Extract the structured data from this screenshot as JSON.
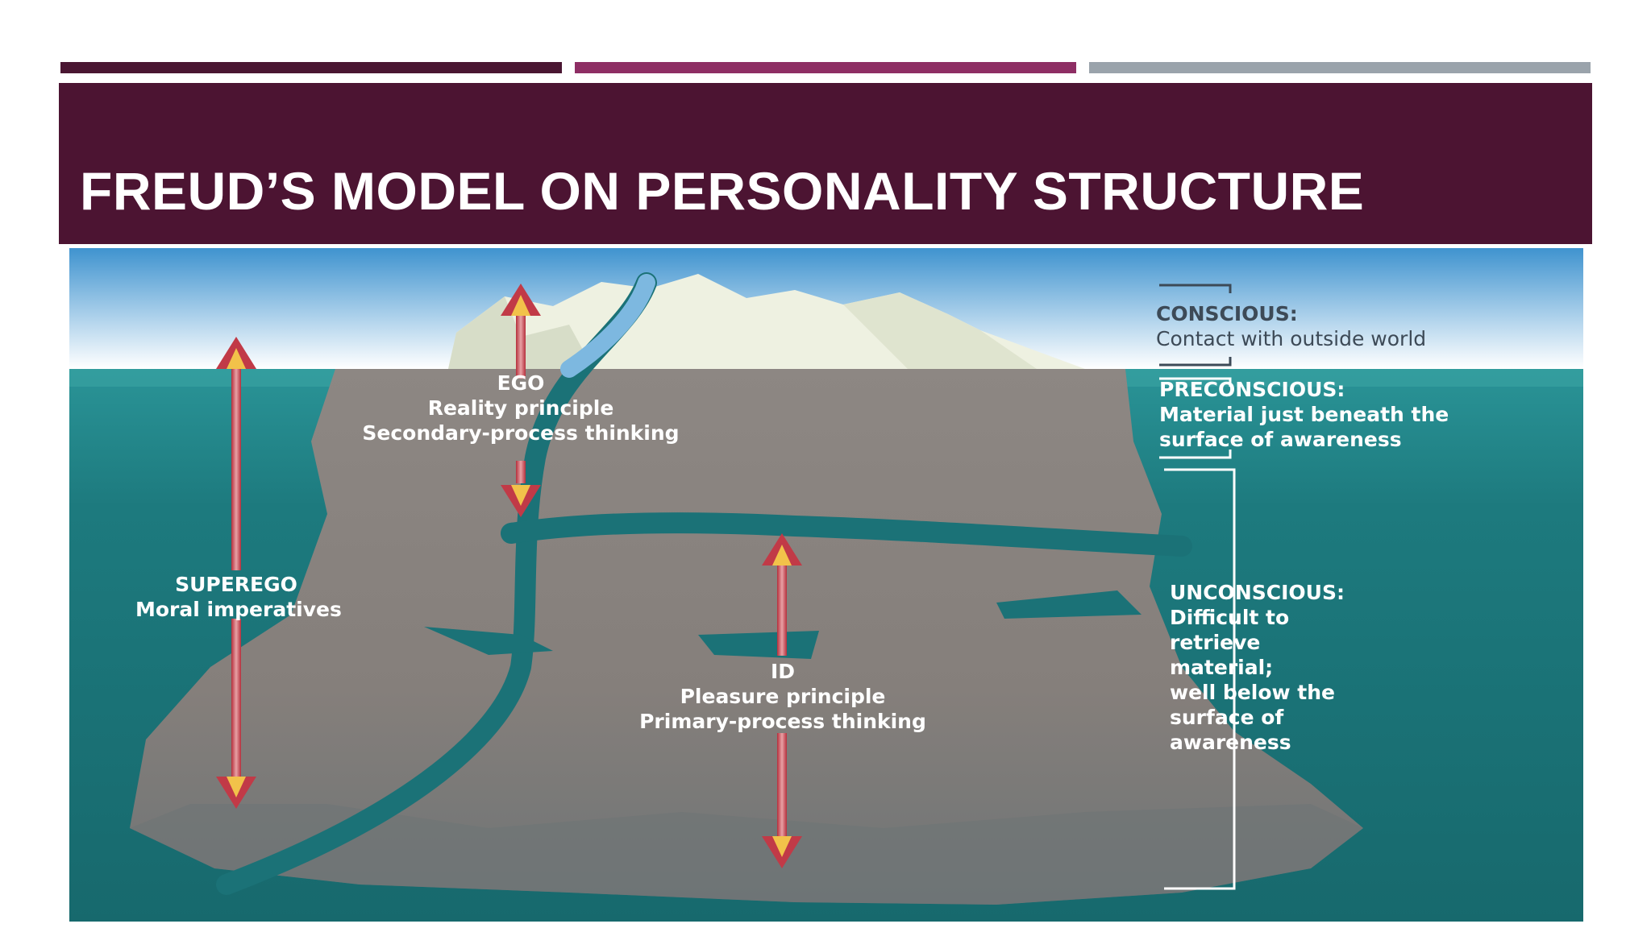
{
  "slide": {
    "title": "FREUD’S MODEL ON PERSONALITY STRUCTURE"
  },
  "colors": {
    "accent_bar_1": "#4a1632",
    "accent_bar_2": "#8e2e64",
    "accent_bar_3": "#9aa3ab",
    "title_band": "#4c1432",
    "title_text": "#ffffff",
    "sky_top": "#4c9cd2",
    "sky_bottom": "#ffffff",
    "water": "#1d7579",
    "iceberg_rock": "#8f8984",
    "iceberg_snow": "#eef1e2",
    "channel": "#1b7277",
    "arrow_shaft": "#c13a47",
    "arrow_tip": "#f2c24a"
  },
  "diagram": {
    "levels": {
      "conscious": {
        "heading": "CONSCIOUS:",
        "description": "Contact with outside world"
      },
      "preconscious": {
        "heading": "PRECONSCIOUS:",
        "line1": "Material just beneath the",
        "line2": "surface of awareness"
      },
      "unconscious": {
        "heading": "UNCONSCIOUS:",
        "line1": "Difficult to",
        "line2": "retrieve",
        "line3": "material;",
        "line4": "well below the",
        "line5": "surface of",
        "line6": "awareness"
      }
    },
    "structures": {
      "ego": {
        "name": "EGO",
        "line1": "Reality principle",
        "line2": "Secondary-process thinking"
      },
      "superego": {
        "name": "SUPEREGO",
        "line1": "Moral imperatives"
      },
      "id": {
        "name": "ID",
        "line1": "Pleasure principle",
        "line2": "Primary-process thinking"
      }
    }
  }
}
